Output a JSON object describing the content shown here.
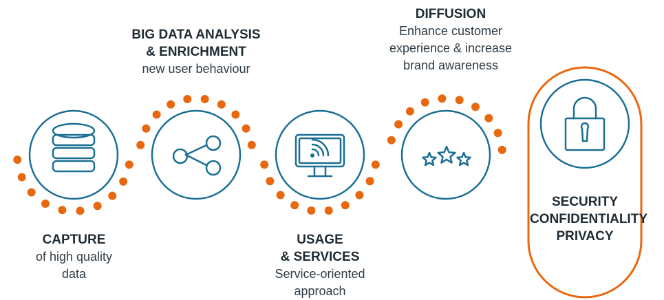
{
  "colors": {
    "primary": "#1a6f93",
    "accent": "#e8680f",
    "text": "#1f2b33"
  },
  "stages": [
    {
      "id": "capture",
      "icon": "database-icon",
      "title": "CAPTURE",
      "description": "of high quality\ndata"
    },
    {
      "id": "big-data",
      "icon": "share-icon",
      "title": "BIG DATA ANALYSIS\n& ENRICHMENT",
      "description": "new user behaviour"
    },
    {
      "id": "usage",
      "icon": "monitor-wifi-icon",
      "title": "USAGE\n& SERVICES",
      "description": "Service-oriented\napproach"
    },
    {
      "id": "diffusion",
      "icon": "three-stars-icon",
      "title": "DIFFUSION",
      "description": "Enhance customer\nexperience & increase\nbrand awareness"
    }
  ],
  "security": {
    "icon": "padlock-icon",
    "title": "SECURITY\nCONFIDENTIALITY\nPRIVACY"
  }
}
